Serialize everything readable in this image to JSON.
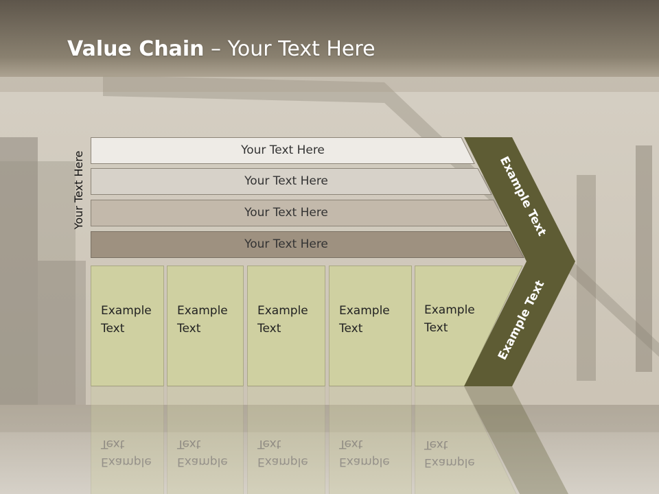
{
  "title": {
    "bold": "Value Chain",
    "rest": " – Your Text Here"
  },
  "side_label": "Your Text Here",
  "bars": [
    "Your Text Here",
    "Your Text Here",
    "Your Text Here",
    "Your Text Here"
  ],
  "columns": [
    "Example\nText",
    "Example\nText",
    "Example\nText",
    "Example\nText",
    "Example\nText"
  ],
  "chevron_labels": [
    "Example Text",
    "Example Text"
  ],
  "colors": {
    "chevron": "#5e5c34",
    "column_fill": "#cfd0a1",
    "bar1": "#eeebe6",
    "bar2": "#d7d2c9",
    "bar3": "#c3b9ab",
    "bar4": "#9e9180"
  }
}
